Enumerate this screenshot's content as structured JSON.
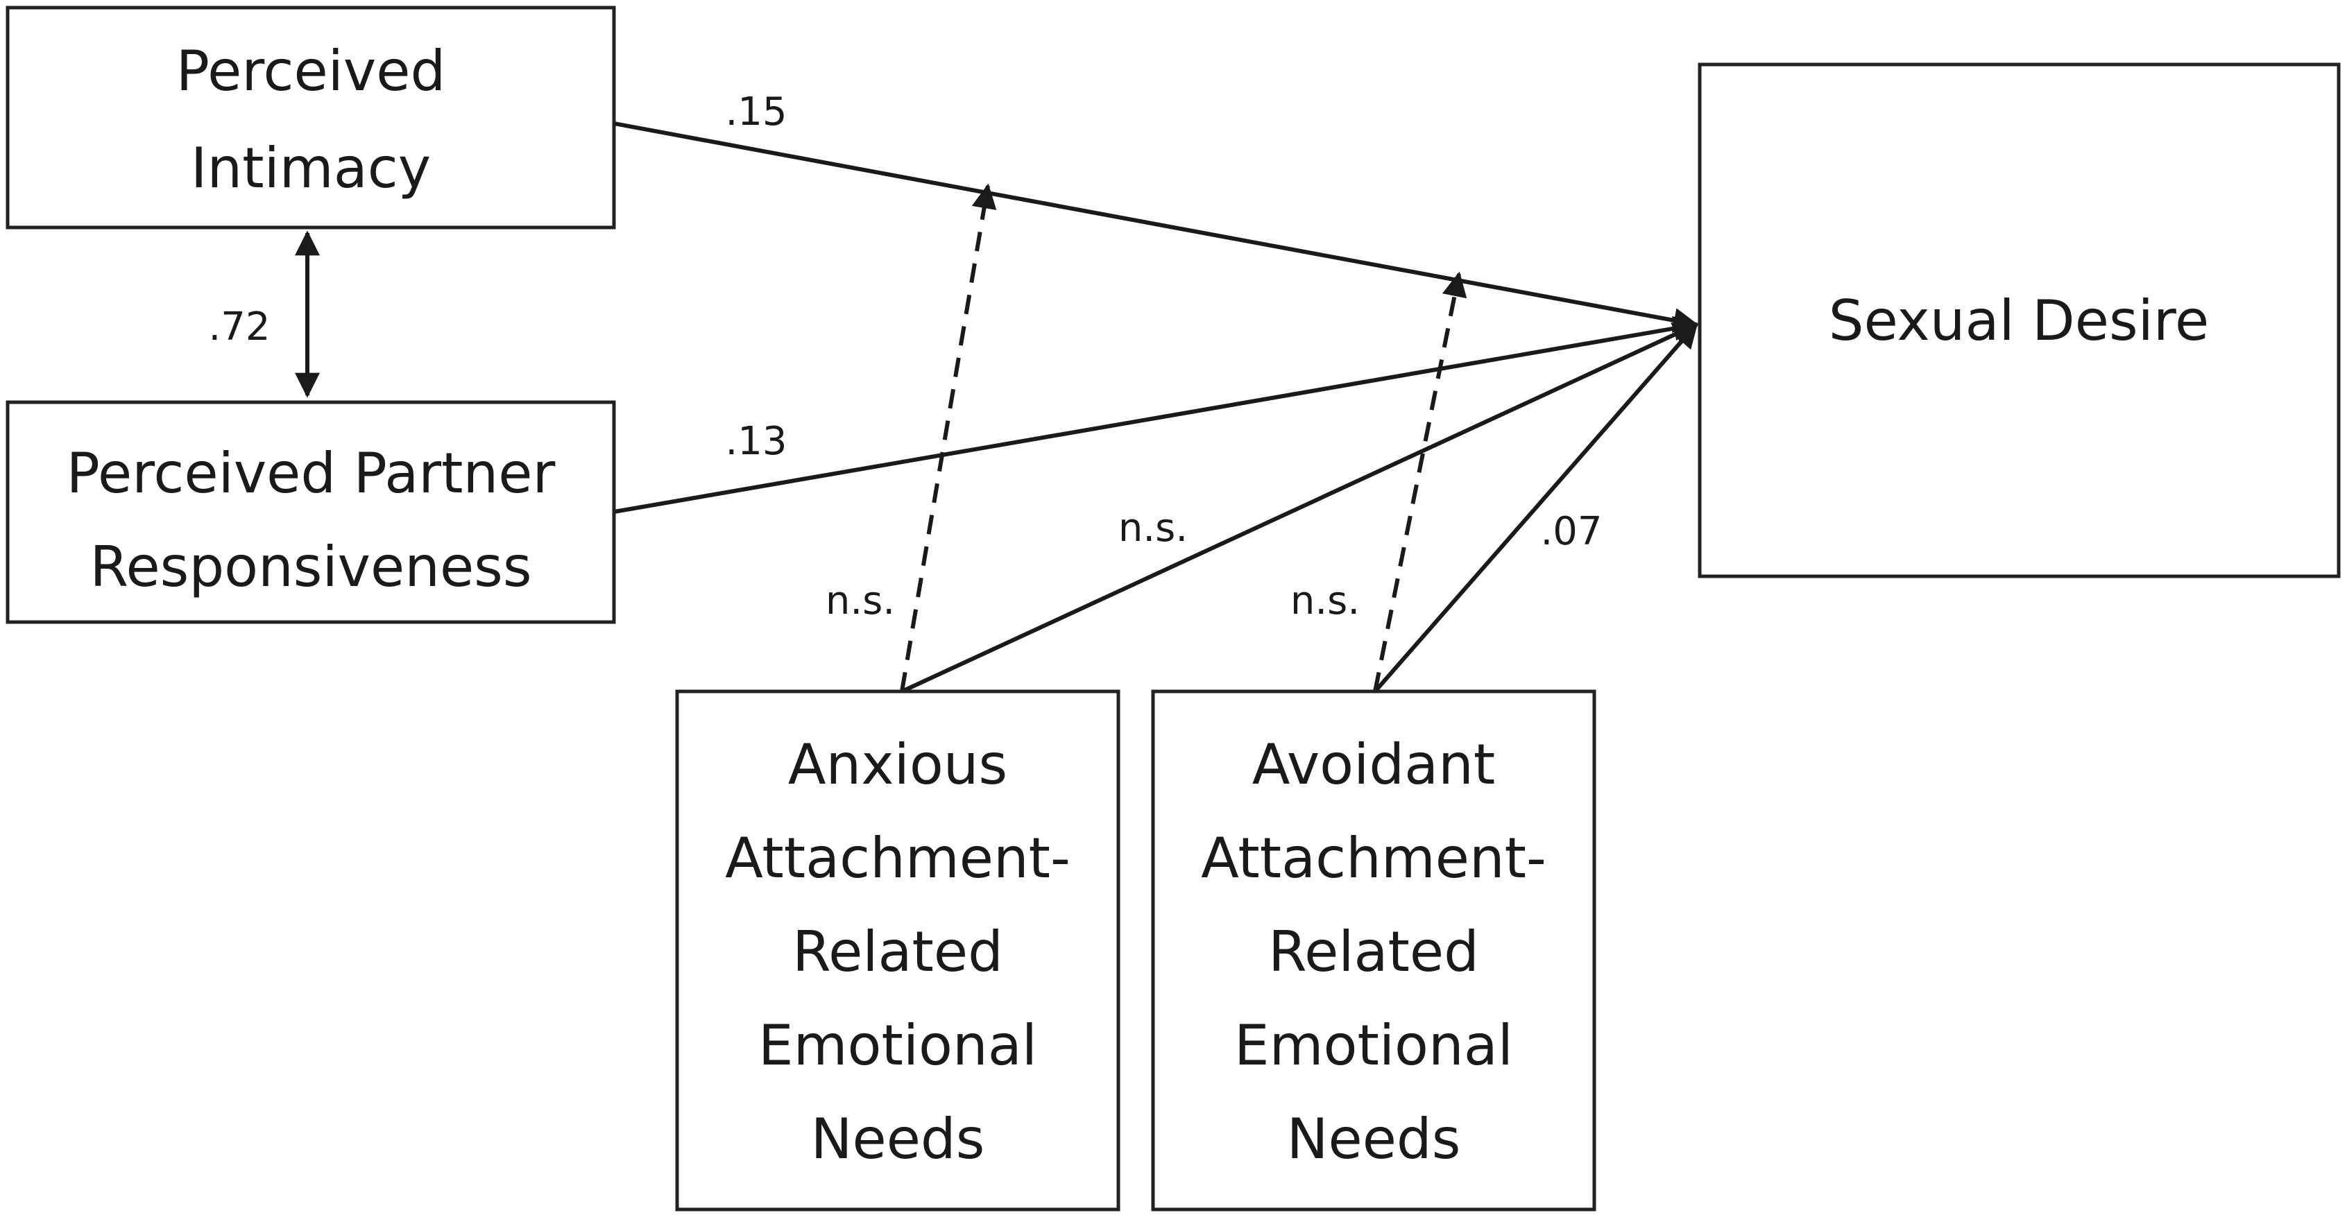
{
  "nodes": {
    "intimacy": [
      "Perceived",
      "Intimacy"
    ],
    "responsiveness": [
      "Perceived Partner",
      "Responsiveness"
    ],
    "desire": [
      "Sexual Desire"
    ],
    "anxious": [
      "Anxious",
      "Attachment-",
      "Related",
      "Emotional",
      "Needs"
    ],
    "avoidant": [
      "Avoidant",
      "Attachment-",
      "Related",
      "Emotional",
      "Needs"
    ]
  },
  "paths": {
    "intimacy_desire": ".15",
    "intimacy_responsiveness": ".72",
    "responsiveness_desire": ".13",
    "anxious_desire": "n.s.",
    "avoidant_desire": ".07",
    "anxious_moderation": "n.s.",
    "avoidant_moderation": "n.s."
  }
}
